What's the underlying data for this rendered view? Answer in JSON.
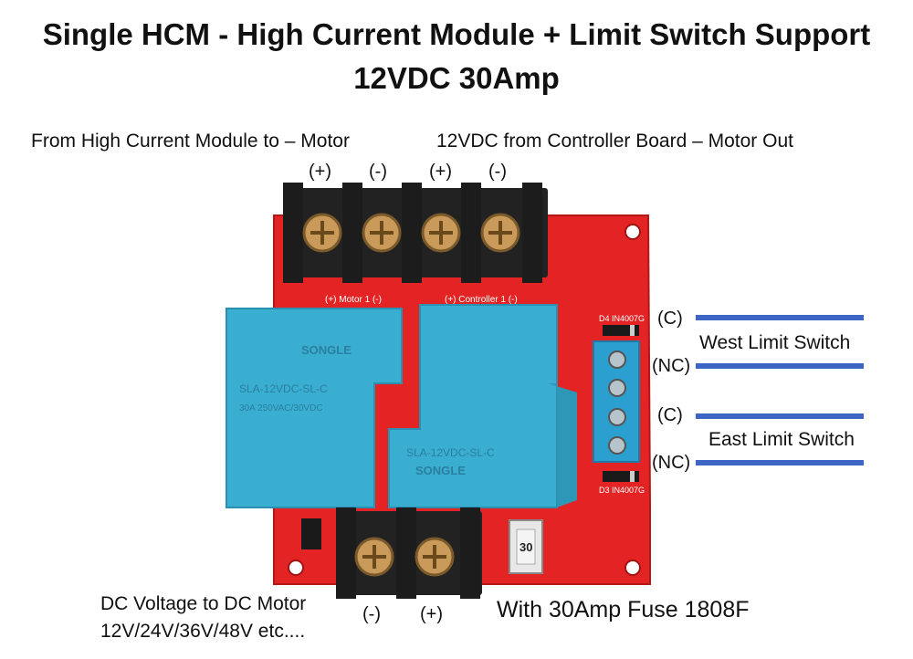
{
  "title": {
    "line1": "Single HCM - High Current Module + Limit Switch Support",
    "line2": "12VDC 30Amp"
  },
  "top_labels": {
    "left": "From High Current Module to – Motor",
    "right": "12VDC from Controller Board – Motor Out"
  },
  "top_polarity": [
    "(+)",
    "(-)",
    "(+)",
    "(-)"
  ],
  "limit_switches": {
    "west": {
      "label": "West Limit Switch",
      "c": "(C)",
      "nc": "(NC)"
    },
    "east": {
      "label": "East Limit Switch",
      "c": "(C)",
      "nc": "(NC)"
    }
  },
  "bottom": {
    "dc_line1": "DC Voltage to DC Motor",
    "dc_line2": "12V/24V/36V/48V etc....",
    "pol_minus": "(-)",
    "pol_plus": "(+)",
    "fuse_text": "With 30Amp Fuse 1808F"
  },
  "board": {
    "relay_brand": "SONGLE",
    "relay_model": "SLA-12VDC-SL-C",
    "relay_rating": "30A 250VAC/30VDC",
    "silk_motor": "(+) Motor 1 (-)",
    "silk_controller": "(+) Controller 1 (-)",
    "silk_d4": "D4 IN4007G",
    "silk_d3": "D3 IN4007G",
    "silk_fuse": "30",
    "colors": {
      "pcb": "#e42424",
      "relay": "#3aaed0",
      "terminal": "#222222",
      "wire": "#3d66c4"
    }
  }
}
